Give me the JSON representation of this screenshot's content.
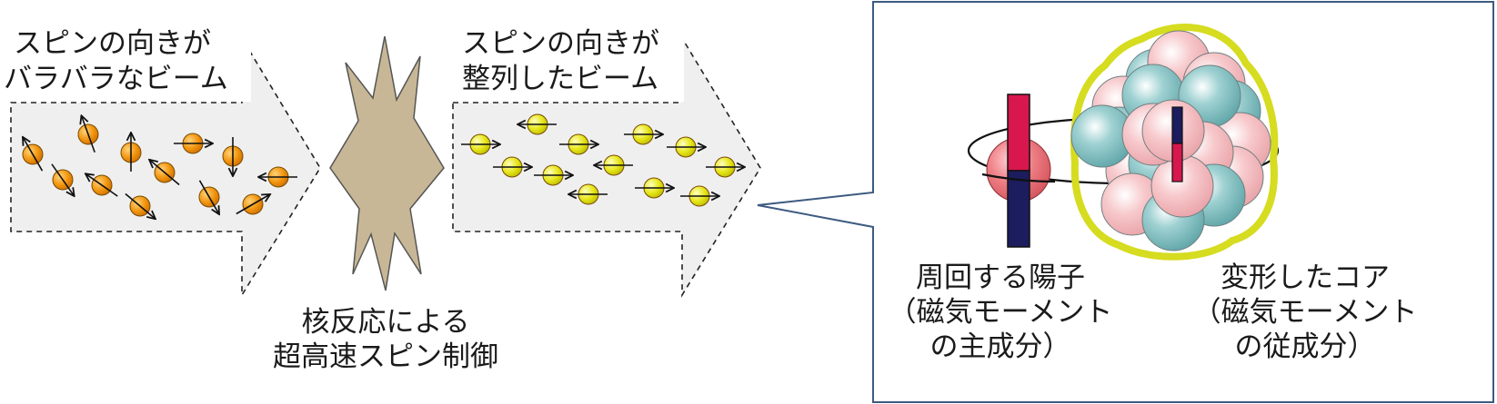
{
  "beam_random": {
    "title_line1": "スピンの向きが",
    "title_line2": "バラバラなビーム"
  },
  "reaction": {
    "label_line1": "核反応による",
    "label_line2": "超高速スピン制御"
  },
  "beam_aligned": {
    "title_line1": "スピンの向きが",
    "title_line2": "整列したビーム"
  },
  "detail_panel": {
    "proton": {
      "line1": "周回する陽子",
      "line2": "（磁気モーメント",
      "line3": "の主成分）"
    },
    "core": {
      "line1": "変形したコア",
      "line2": "（磁気モーメント",
      "line3": "の従成分）"
    }
  },
  "colors": {
    "arrow_fill": "#efefef",
    "burst_fill": "#c8b796",
    "spin_orange": "#f2960f",
    "spin_yellow": "#e6e619",
    "panel_border": "#3d5a80",
    "proton_pink": "#ef7f86",
    "neutron_teal": "#79bcbe",
    "core_outline": "#d6dc1f",
    "magnet_red": "#d8174e",
    "magnet_navy": "#1c1d5e"
  },
  "icons": [
    "spin-particle-icon",
    "burst-icon",
    "bar-magnet-icon",
    "nucleon-icon"
  ]
}
